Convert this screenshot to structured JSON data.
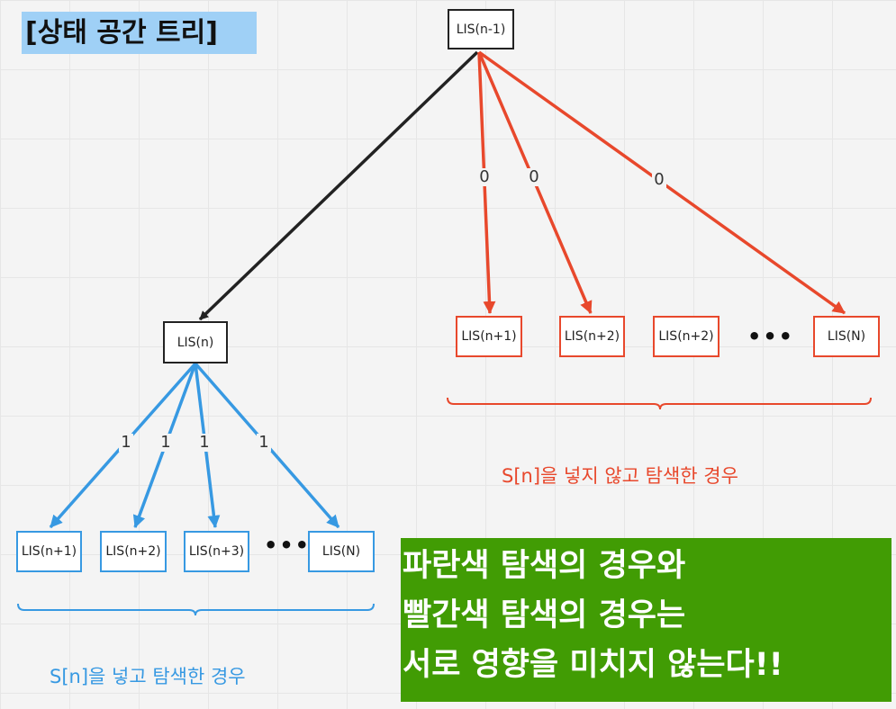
{
  "title": "[상태 공간 트리]",
  "colors": {
    "black": "#222222",
    "red": "#e8482c",
    "blue": "#3799e2",
    "green": "#419c04",
    "title_bg": "#9fd0f6"
  },
  "root": {
    "label": "LIS(n-1)"
  },
  "middle": {
    "label": "LIS(n)"
  },
  "red_branch": {
    "nodes": [
      "LIS(n+1)",
      "LIS(n+2)",
      "LIS(n+2)",
      "LIS(N)"
    ],
    "ellipsis": "•••",
    "edge_labels": [
      "0",
      "0",
      "0"
    ],
    "caption": "S[n]을 넣지 않고  탐색한 경우"
  },
  "blue_branch": {
    "nodes": [
      "LIS(n+1)",
      "LIS(n+2)",
      "LIS(n+3)",
      "LIS(N)"
    ],
    "ellipsis": "•••",
    "edge_labels": [
      "1",
      "1",
      "1",
      "1"
    ],
    "caption": "S[n]을 넣고  탐색한 경우"
  },
  "note": {
    "lines": [
      "파란색 탐색의 경우와",
      "빨간색 탐색의 경우는",
      "서로 영향을 미치지 않는다!!"
    ]
  }
}
